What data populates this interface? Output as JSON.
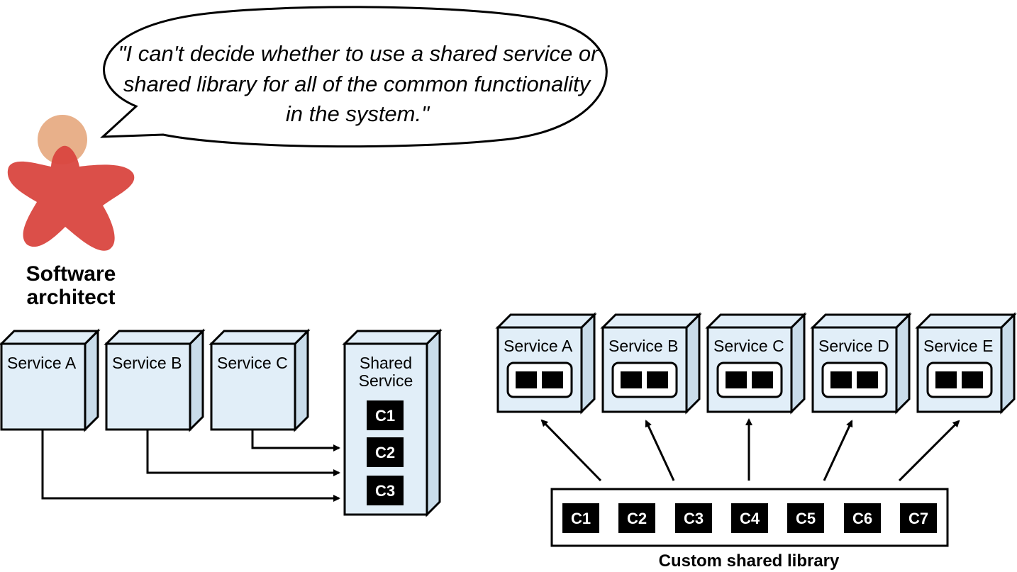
{
  "speech": {
    "lines": [
      "\"I can't decide whether to use a shared service or",
      "shared library for all of the common functionality",
      "in the system.\""
    ]
  },
  "actor": {
    "label_lines": [
      "Software",
      "architect"
    ],
    "icon": "person-star-icon",
    "colors": {
      "body": "#d9463f",
      "head": "#e8b08a"
    }
  },
  "shared_service_side": {
    "services": [
      "Service A",
      "Service B",
      "Service C"
    ],
    "shared_service_label_lines": [
      "Shared",
      "Service"
    ],
    "components": [
      "C1",
      "C2",
      "C3"
    ]
  },
  "shared_library_side": {
    "services": [
      "Service A",
      "Service B",
      "Service C",
      "Service D",
      "Service E"
    ],
    "components": [
      "C1",
      "C2",
      "C3",
      "C4",
      "C5",
      "C6",
      "C7"
    ],
    "library_label": "Custom shared library"
  },
  "colors": {
    "box_fill": "#e1eef8",
    "box_side": "#c9dcea",
    "stroke": "#000000",
    "component_fill": "#000000"
  }
}
